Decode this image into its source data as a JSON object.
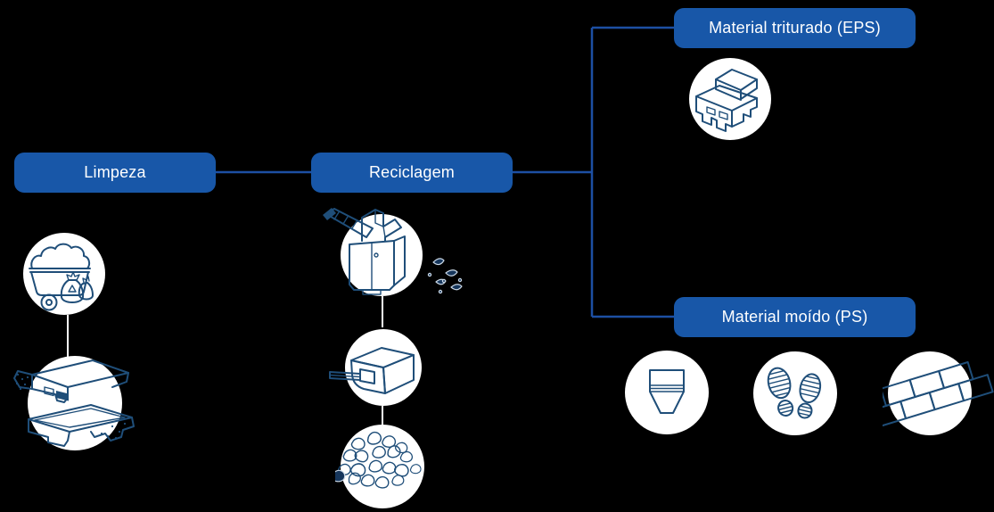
{
  "palette": {
    "background": "#000000",
    "node_fill": "#1857a8",
    "node_text": "#ffffff",
    "connector_blue": "#1d4fa3",
    "connector_white": "#ffffff",
    "icon_stroke": "#1f4e79",
    "icon_circle_fill": "#ffffff",
    "flake_fill": "#16365c",
    "flake_edge": "#c9d7e6"
  },
  "nodes": {
    "limpeza": {
      "label": "Limpeza"
    },
    "reciclagem": {
      "label": "Reciclagem"
    },
    "triturado": {
      "label": "Material triturado (EPS)"
    },
    "moido": {
      "label": "Material moído (PS)"
    }
  },
  "icons": [
    "waste-cart-icon",
    "foam-packaging-icon",
    "shredder-machine-icon",
    "extruder-machine-icon",
    "ground-pellets-icon",
    "eps-blocks-icon",
    "plant-pot-icon",
    "shoe-soles-icon",
    "roof-tiles-icon"
  ]
}
